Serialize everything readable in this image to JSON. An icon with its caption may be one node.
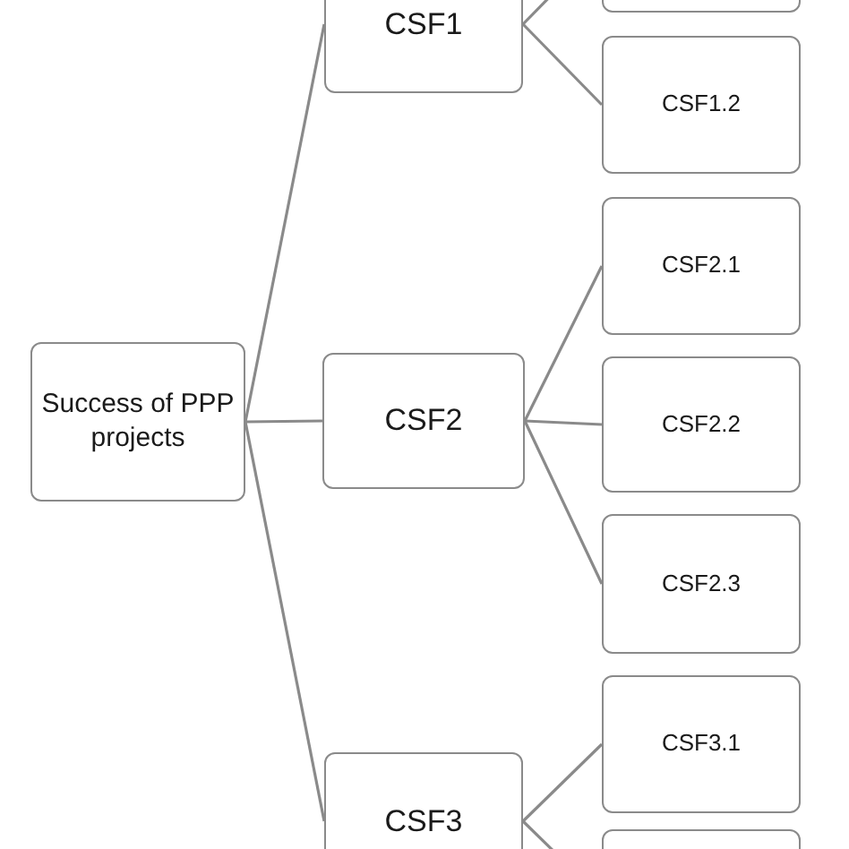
{
  "diagram": {
    "nodes": [
      {
        "text": [
          "Success of PPP projects"
        ]
      },
      {
        "text": [
          "CSF1"
        ]
      },
      {
        "text": [],
        "shape": "box"
      },
      {
        "text": [
          "CSF1.2"
        ]
      },
      {
        "text": [
          "CSF2"
        ]
      },
      {
        "text": [
          "CSF2.1"
        ]
      },
      {
        "text": [
          "CSF2.2"
        ]
      },
      {
        "text": [
          "CSF2.3"
        ]
      },
      {
        "text": [
          "CSF3"
        ]
      },
      {
        "text": [
          "CSF3.1"
        ]
      },
      {
        "text": [],
        "shape": "box"
      }
    ],
    "edges": [
      {
        "from": 0,
        "to": 1,
        "arrow": "none"
      },
      {
        "from": 0,
        "to": 4,
        "arrow": "none"
      },
      {
        "from": 0,
        "to": 8,
        "arrow": "none"
      },
      {
        "from": 1,
        "to": 2,
        "arrow": "none"
      },
      {
        "from": 1,
        "to": 3,
        "arrow": "none"
      },
      {
        "from": 4,
        "to": 5,
        "arrow": "none"
      },
      {
        "from": 4,
        "to": 6,
        "arrow": "none"
      },
      {
        "from": 4,
        "to": 7,
        "arrow": "none"
      },
      {
        "from": 8,
        "to": 9,
        "arrow": "none"
      },
      {
        "from": 8,
        "to": 10,
        "arrow": "none"
      }
    ]
  }
}
